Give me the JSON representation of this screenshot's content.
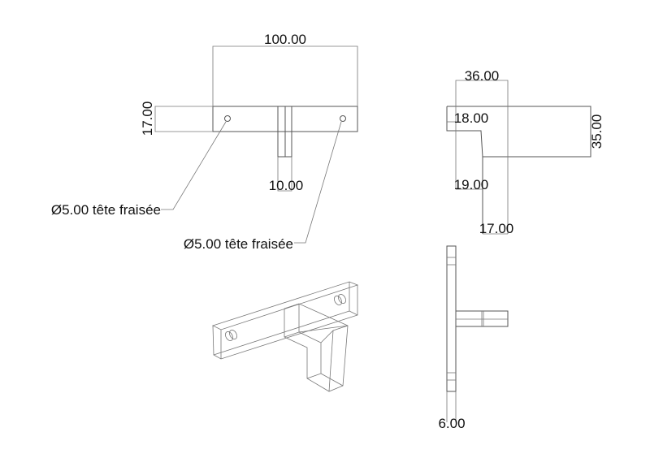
{
  "front_view": {
    "width_dim": "100.00",
    "height_dim": "17.00",
    "slot_dim": "10.00",
    "hole_callout_left": "Ø5.00 tête fraisée",
    "hole_callout_right": "Ø5.00 tête fraisée"
  },
  "top_view": {
    "dim_top": "36.00",
    "dim_step": "18.00",
    "dim_height": "35.00",
    "dim_mid": "19.00",
    "dim_bottom": "17.00"
  },
  "side_view": {
    "thickness_dim": "6.00"
  }
}
